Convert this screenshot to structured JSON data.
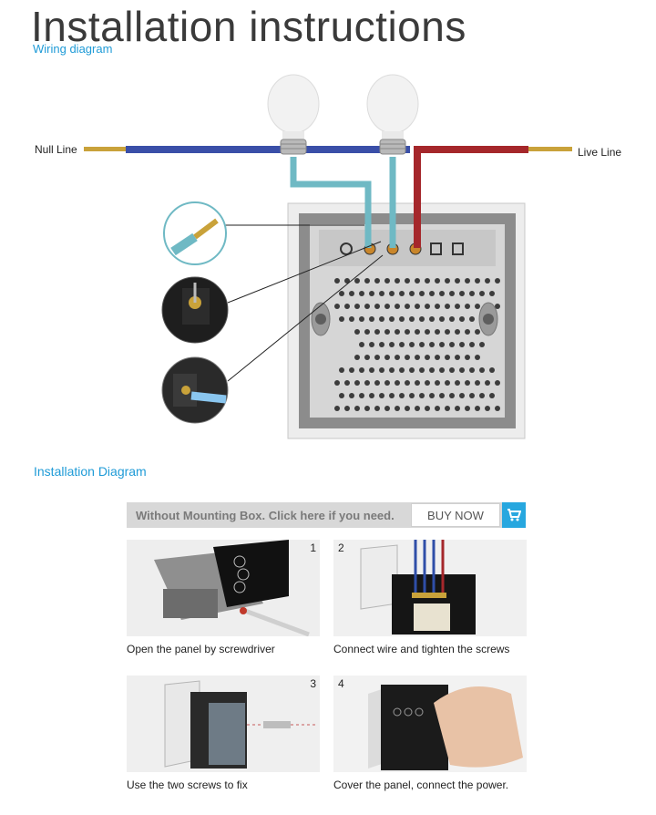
{
  "header": {
    "title": "Installation instructions",
    "wiring_label": "Wiring diagram"
  },
  "diagram": {
    "null_line": "Null Line",
    "live_line": "Live Line",
    "colors": {
      "blue_wire": "#3a4fa8",
      "red_wire": "#a5272b",
      "teal_wire": "#6fb9c4",
      "brass": "#c9a23a"
    }
  },
  "installation_label": "Installation Diagram",
  "banner": {
    "text": "Without Mounting Box. Click here if you need.",
    "buy_label": "BUY NOW",
    "icon": "cart-icon",
    "accent": "#27a7df"
  },
  "steps": [
    {
      "number": "1",
      "caption": "Open the panel by screwdriver"
    },
    {
      "number": "2",
      "caption": "Connect wire and tighten the screws"
    },
    {
      "number": "3",
      "caption": "Use the two screws to fix"
    },
    {
      "number": "4",
      "caption": "Cover the panel, connect the power."
    }
  ]
}
